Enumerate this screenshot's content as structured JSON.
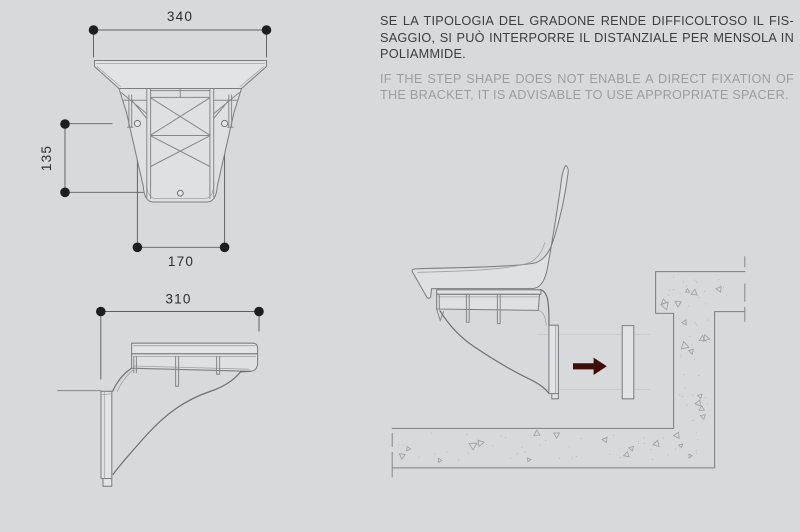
{
  "page": {
    "background": "#d8d9da"
  },
  "instructions": {
    "italian": {
      "color": "#3b3d3f",
      "lines": [
        "SE LA TIPOLOGIA DEL GRADONE RENDE DIFFICOLTOSO IL FIS-",
        "SAGGIO, SI PUÒ INTERPORRE IL DISTANZIALE PER MENSOLA IN",
        "POLIAMMIDE."
      ]
    },
    "english": {
      "color": "#9b9ea0",
      "lines": [
        "IF THE STEP SHAPE DOES NOT ENABLE A DIRECT FIXATION OF",
        "THE BRACKET, IT IS ADVISABLE TO USE APPROPRIATE SPACER."
      ]
    }
  },
  "front_view": {
    "label": "bracket front view",
    "dim_top": "340",
    "dim_side": "135",
    "dim_bottom": "170"
  },
  "side_view": {
    "label": "bracket side view",
    "dim_top": "310"
  },
  "installation_view": {
    "label": "seat bracket on concrete step with spacer",
    "arrow_icon": "arrow-right",
    "arrow_color": "#3f0d0a"
  }
}
